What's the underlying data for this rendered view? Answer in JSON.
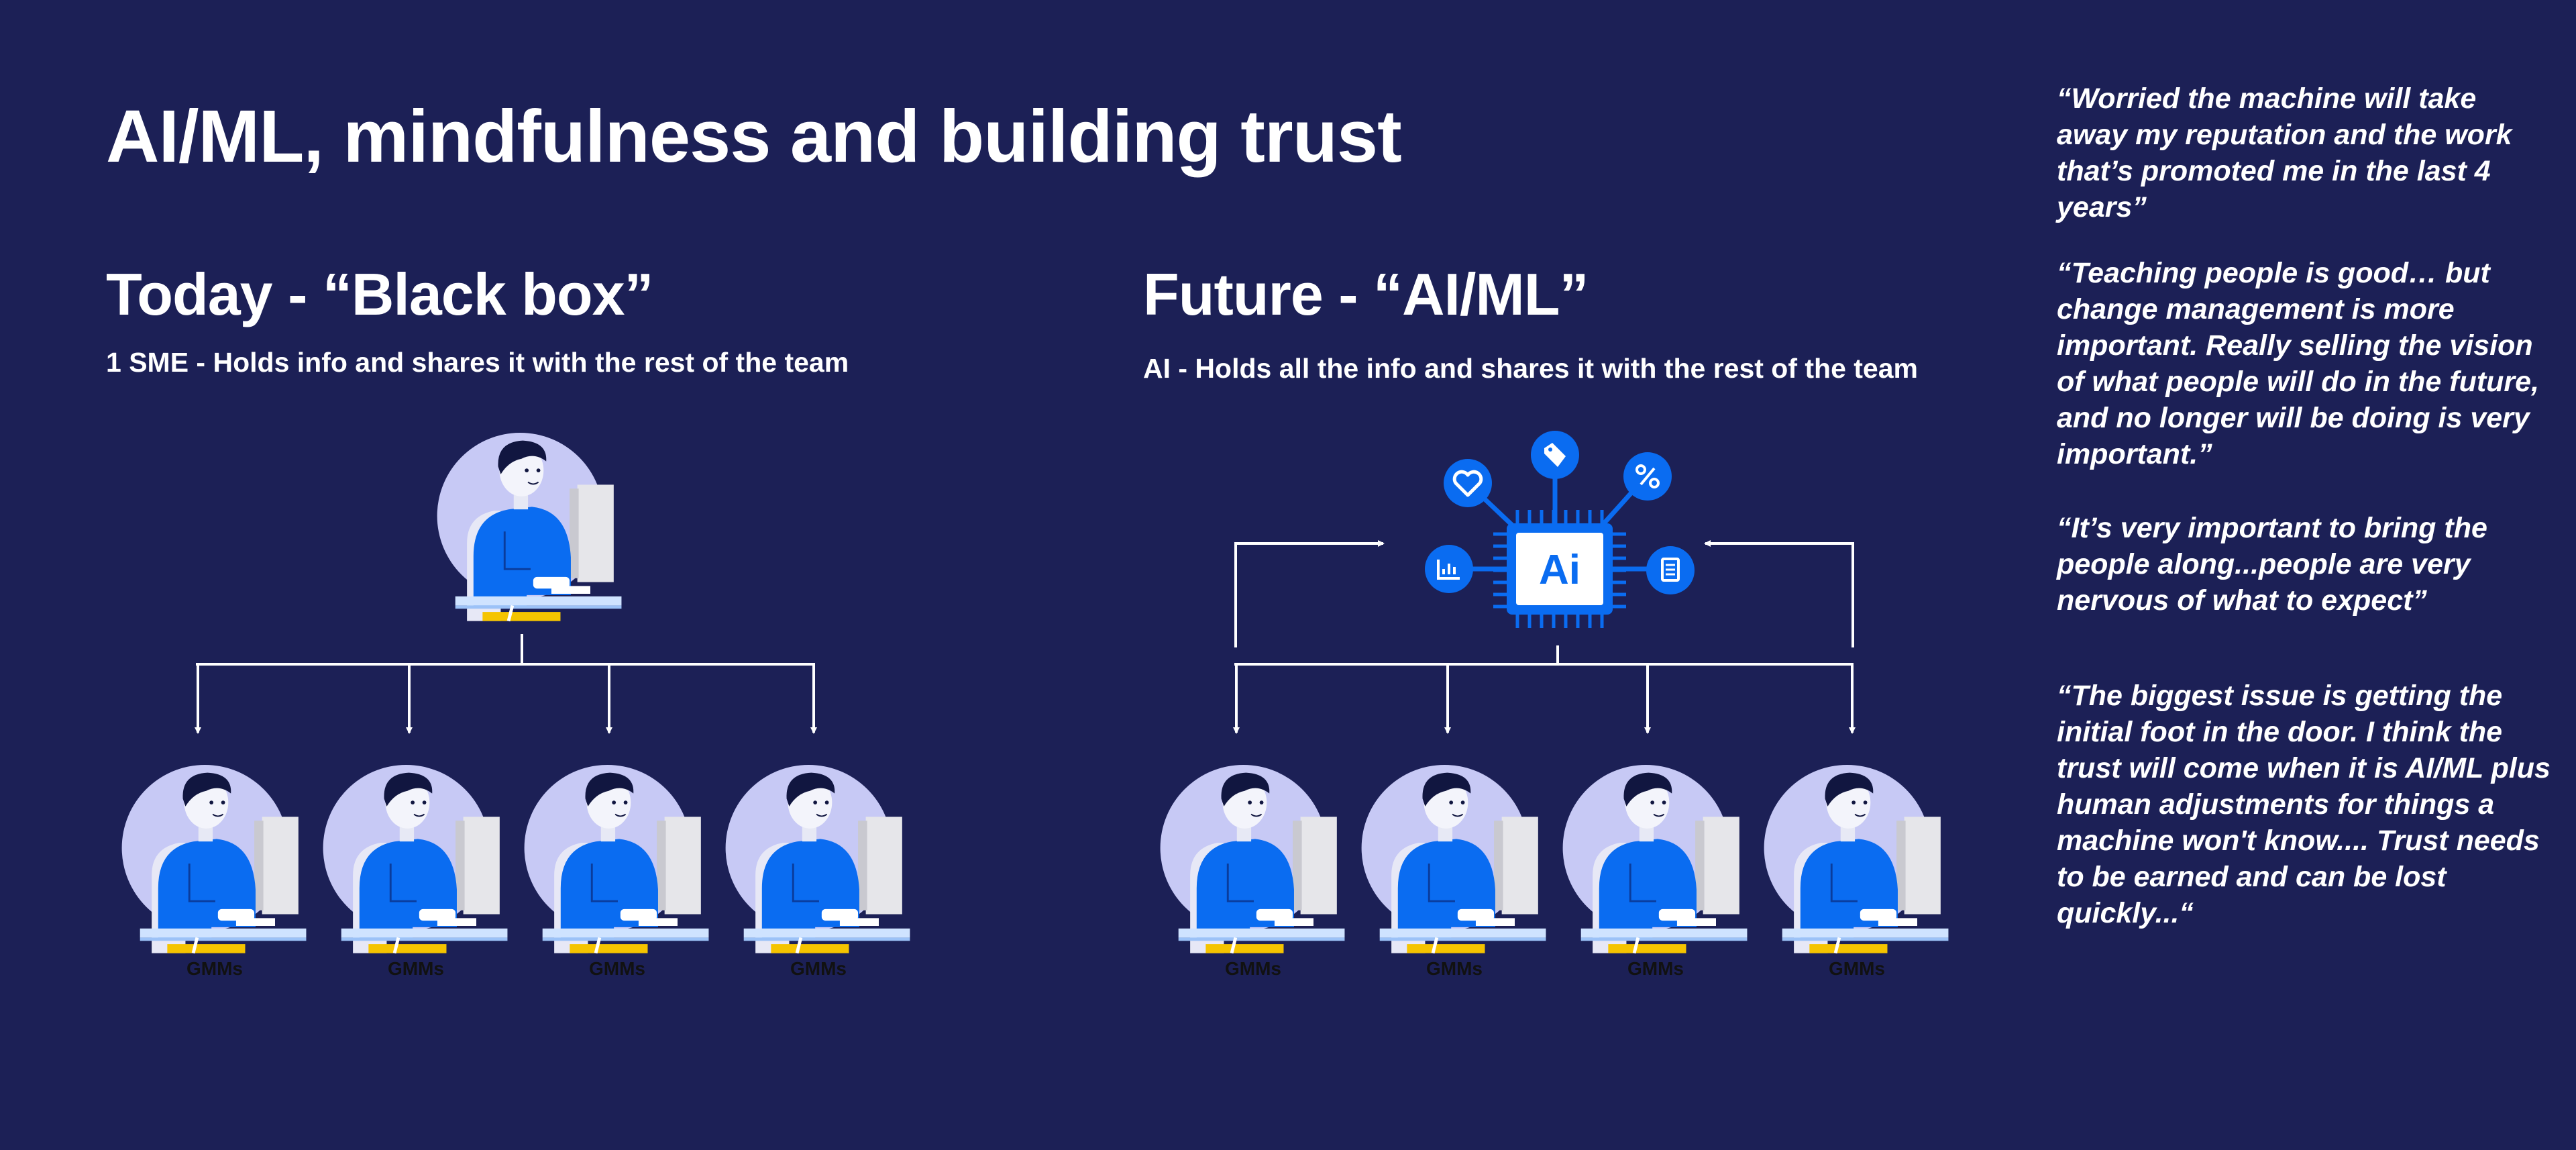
{
  "title": "AI/ML, mindfulness and building trust",
  "today": {
    "title": "Today - “Black box”",
    "subtitle": "1 SME - Holds info and shares it with the rest of the team",
    "members": [
      "GMMs",
      "GMMs",
      "GMMs",
      "GMMs"
    ]
  },
  "future": {
    "title": "Future - “AI/ML”",
    "subtitle": "AI - Holds all the info and shares it with the rest of the team",
    "chip_label": "Ai",
    "members": [
      "GMMs",
      "GMMs",
      "GMMs",
      "GMMs"
    ]
  },
  "quotes": [
    "“Worried the machine will take away my reputation and the work that’s promoted me in the last 4 years”",
    "“Teaching people is good… but change management is more important. Really selling the vision of what people will do in the future, and no longer will be doing is very important.”",
    "“It’s very important to bring the people along...people are very nervous of what to expect”",
    "“The biggest issue is getting the initial foot in the door.  I think the trust will come when it is AI/ML plus human adjustments for things a machine won't know.... Trust needs to be earned and can be lost quickly...“"
  ],
  "icons": {
    "chip": "ai-chip-icon",
    "orbit": [
      "heart-icon",
      "tag-icon",
      "percent-icon",
      "bar-chart-icon",
      "clipboard-icon"
    ]
  },
  "colors": {
    "background": "#1c2056",
    "accent_blue": "#0a6cf1",
    "circle": "#c7c9f5",
    "text": "#ffffff"
  }
}
